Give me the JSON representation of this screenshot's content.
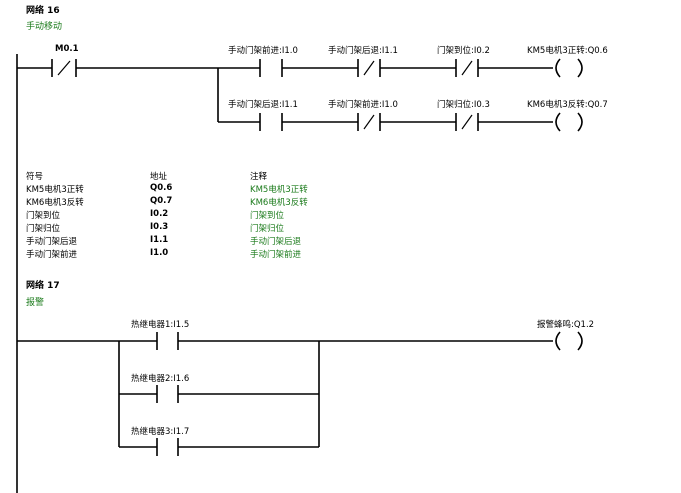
{
  "networks": [
    {
      "title": "网络 16",
      "comment": "手动移动",
      "rungs": [
        {
          "contacts": [
            {
              "label": "M0.1"
            },
            {
              "label": "手动门架前进:I1.0"
            },
            {
              "label": "手动门架后退:I1.1"
            },
            {
              "label": "门架到位:I0.2"
            }
          ],
          "coil": {
            "label": "KM5电机3正转:Q0.6"
          }
        },
        {
          "contacts": [
            {
              "label": "手动门架后退:I1.1"
            },
            {
              "label": "手动门架前进:I1.0"
            },
            {
              "label": "门架归位:I0.3"
            }
          ],
          "coil": {
            "label": "KM6电机3反转:Q0.7"
          }
        }
      ],
      "symbol_table": {
        "headers": [
          "符号",
          "地址",
          "注释"
        ],
        "rows": [
          [
            "KM5电机3正转",
            "Q0.6",
            "KM5电机3正转"
          ],
          [
            "KM6电机3反转",
            "Q0.7",
            "KM6电机3反转"
          ],
          [
            "门架到位",
            "I0.2",
            "门架到位"
          ],
          [
            "门架归位",
            "I0.3",
            "门架归位"
          ],
          [
            "手动门架后退",
            "I1.1",
            "手动门架后退"
          ],
          [
            "手动门架前进",
            "I1.0",
            "手动门架前进"
          ]
        ]
      }
    },
    {
      "title": "网络 17",
      "comment": "报警",
      "rungs": [
        {
          "contacts": [
            {
              "label": "热继电器1:I1.5"
            },
            {
              "label": "热继电器2:I1.6"
            },
            {
              "label": "热继电器3:I1.7"
            }
          ],
          "coil": {
            "label": "报警蜂鸣:Q1.2"
          }
        }
      ]
    }
  ]
}
